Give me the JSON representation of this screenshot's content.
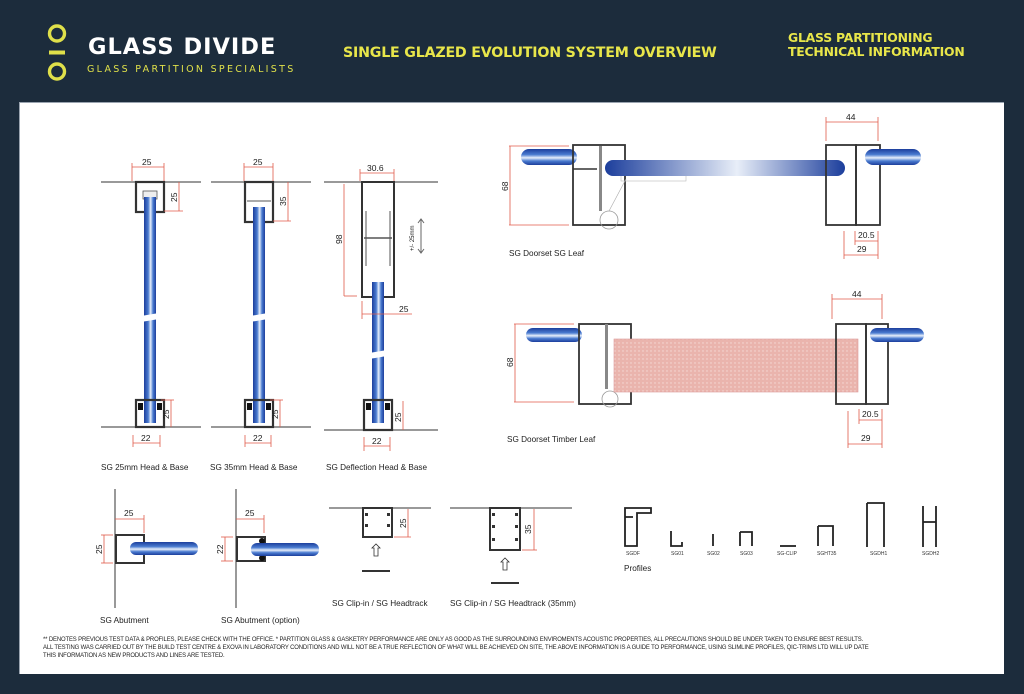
{
  "header": {
    "brand_name": "GLASS DIVIDE",
    "tagline": "GLASS PARTITION SPECIALISTS",
    "document_title": "SINGLE GLAZED EVOLUTION SYSTEM OVERVIEW",
    "section_title_line1": "GLASS PARTITIONING",
    "section_title_line2": "TECHNICAL INFORMATION",
    "accent_color": "#e8e64a",
    "background_color": "#1c2c3c"
  },
  "drawings": {
    "head_base_25": {
      "caption": "SG 25mm Head & Base",
      "head_width": "25",
      "head_height": "25",
      "base_height": "25",
      "base_width": "22"
    },
    "head_base_35": {
      "caption": "SG 35mm Head & Base",
      "head_width": "25",
      "head_height": "35",
      "base_height": "25",
      "base_width": "22"
    },
    "deflection": {
      "caption": "SG Deflection Head & Base",
      "head_width": "30.6",
      "head_height": "98",
      "deflection_note": "+/- 25mm",
      "glass_width": "25",
      "base_height": "25",
      "base_width": "22"
    },
    "doorset_sg_leaf": {
      "caption": "SG Doorset SG Leaf",
      "height": "68",
      "frame_width": "44",
      "rebate_1": "20.5",
      "rebate_2": "29"
    },
    "doorset_timber_leaf": {
      "caption": "SG Doorset Timber Leaf",
      "height": "68",
      "frame_width": "44",
      "rebate_1": "20.5",
      "rebate_2": "29"
    },
    "abutment": {
      "caption": "SG Abutment",
      "width": "25",
      "height": "25"
    },
    "abutment_option": {
      "caption": "SG Abutment (option)",
      "width": "25",
      "height": "22"
    },
    "clip_headtrack": {
      "caption": "SG Clip-in / SG Headtrack",
      "height": "25"
    },
    "clip_headtrack_35": {
      "caption": "SG Clip-in / SG Headtrack (35mm)",
      "height": "35"
    }
  },
  "profiles": {
    "caption": "Profiles",
    "items": [
      "SGDF",
      "SG01",
      "SG02",
      "SG03",
      "SG-CLIP",
      "SGHT35",
      "SGDH1",
      "SGDH2"
    ]
  },
  "footer": {
    "line1": "** DENOTES PREVIOUS TEST DATA & PROFILES, PLEASE CHECK WITH THE OFFICE. *  PARTITION GLASS & GASKETRY PERFORMANCE ARE ONLY AS GOOD AS THE SURROUNDING ENVIROMENTS ACOUSTIC PROPERTIES, ALL PRECAUTIONS SHOULD BE UNDER TAKEN TO ENSURE BEST RESULTS.",
    "line2": "ALL TESTING WAS CARRIED OUT BY THE BUILD TEST CENTRE & EXOVA IN LABORATORY CONDITIONS AND WILL NOT BE A TRUE REFLECTION OF WHAT WILL BE ACHIEVED ON SITE, THE ABOVE INFORMATION IS A GUIDE TO PERFORMANCE, USING SLIMLINE PROFILES, QIC-TRIMS LTD WILL UP DATE",
    "line3": "THIS INFORMATION AS NEW PRODUCTS AND LINES ARE TESTED."
  }
}
